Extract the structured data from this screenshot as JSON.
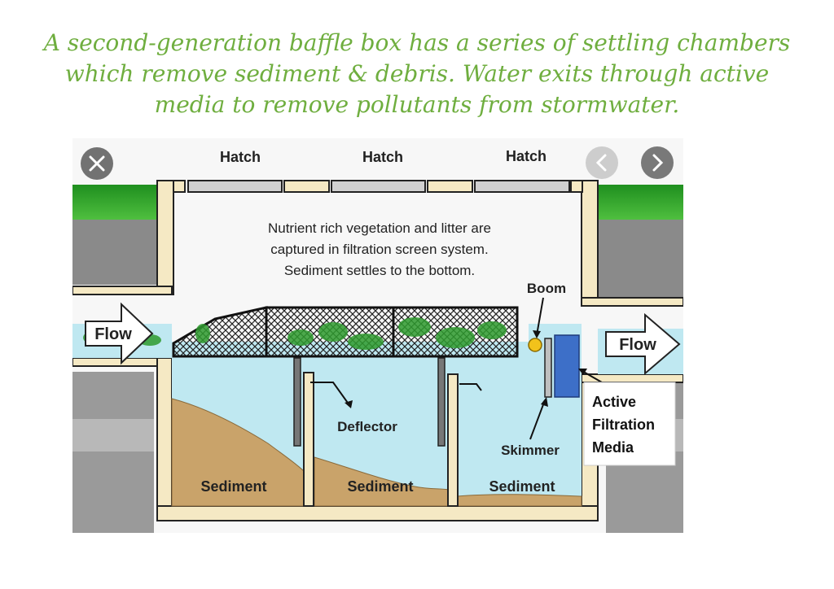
{
  "caption": {
    "line1": "A second-generation baffle box has a series of settling chambers",
    "line2": "which remove sediment & debris. Water exits through active",
    "line3": "media to remove pollutants from stormwater."
  },
  "diagram": {
    "hatches": [
      "Hatch",
      "Hatch",
      "Hatch"
    ],
    "description_lines": [
      "Nutrient rich vegetation and litter are",
      "captured in filtration screen system.",
      "Sediment settles to the bottom."
    ],
    "flow_in": "Flow",
    "flow_out": "Flow",
    "boom": "Boom",
    "deflector": "Deflector",
    "skimmer": "Skimmer",
    "sediments": [
      "Sediment",
      "Sediment",
      "Sediment"
    ],
    "media_lines": [
      "Active",
      "Filtration",
      "Media"
    ]
  },
  "colors": {
    "caption": "#6fae3f",
    "water": "#bfe8f1",
    "sediment": "#c9a36a",
    "grass": "#2f9b2f",
    "ground": "#8a8a8a",
    "wall": "#f5e9c4",
    "media": "#3d6fc8",
    "boom": "#f2c21b"
  },
  "icons": [
    "close-icon",
    "chevron-left-icon",
    "chevron-right-icon"
  ]
}
